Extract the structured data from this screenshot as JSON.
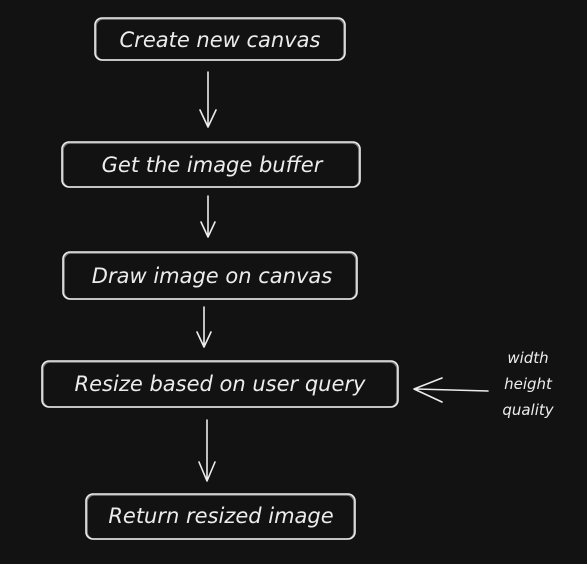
{
  "diagram": {
    "steps": [
      {
        "label": "Create new canvas"
      },
      {
        "label": "Get the image buffer"
      },
      {
        "label": "Draw image on canvas"
      },
      {
        "label": "Resize based on user query"
      },
      {
        "label": "Return resized image"
      }
    ],
    "parameters": [
      "width",
      "height",
      "quality"
    ]
  },
  "colors": {
    "background": "#121212",
    "stroke": "#ececec"
  }
}
